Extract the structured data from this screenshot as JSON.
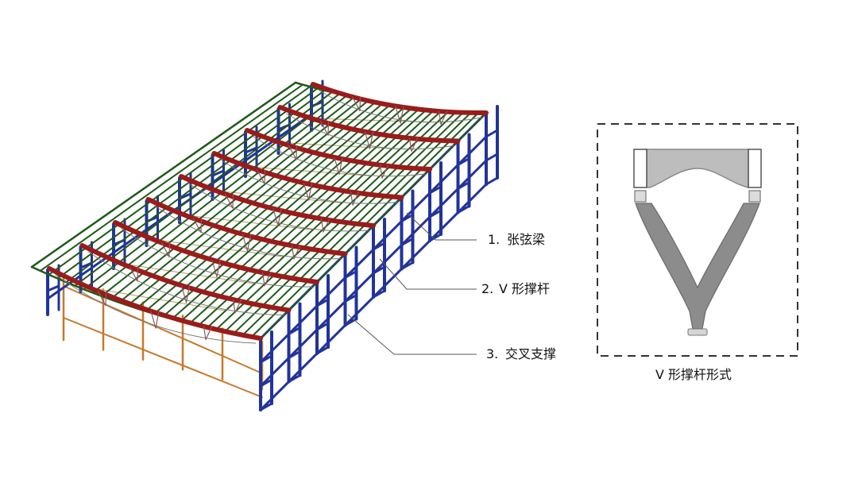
{
  "labels": [
    {
      "num": "1.",
      "text": "张弦梁"
    },
    {
      "num": "2.",
      "text": "V 形撑杆"
    },
    {
      "num": "3.",
      "text": "交叉支撑"
    }
  ],
  "detail_caption": "V 形撑杆形式",
  "colors": {
    "column": "#22339a",
    "beam": "#9b1b1b",
    "purlin": "#1f5a1a",
    "brace": "#c8792a",
    "strut": "#707070",
    "leader": "#555555"
  },
  "icons": {
    "structure": "truss-structure-illustration",
    "detail": "v-strut-detail-illustration"
  }
}
